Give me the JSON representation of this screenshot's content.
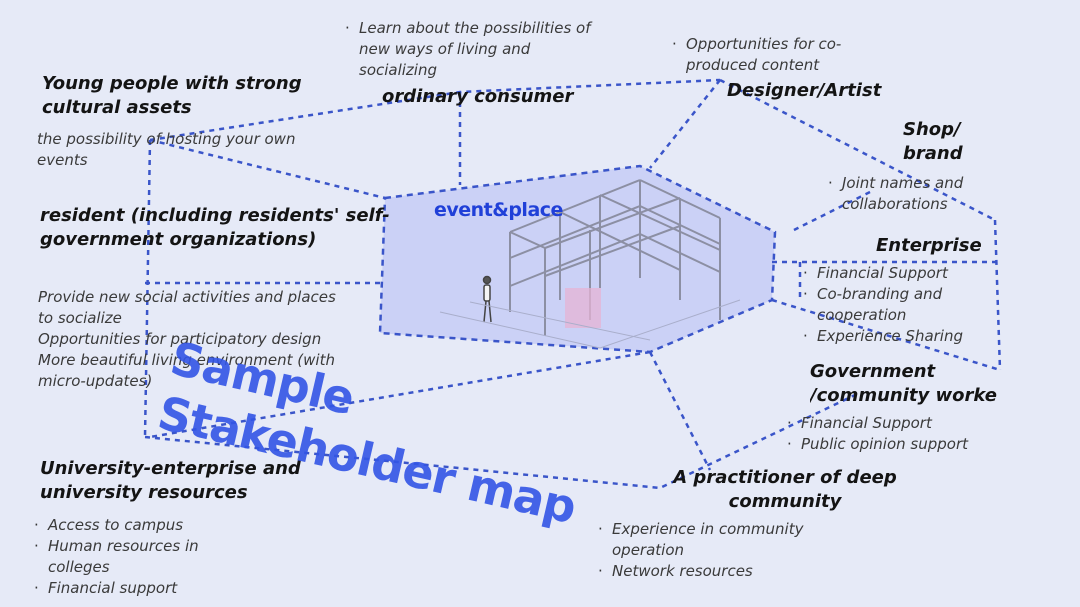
{
  "center": {
    "label": "event&place"
  },
  "watermark": {
    "line1": "Sample",
    "line2": "Stakeholder map"
  },
  "stakeholders": {
    "young_people": {
      "title": "Young people with strong cultural assets",
      "desc": "the possibility of hosting your own events"
    },
    "ordinary_consumer": {
      "title": "ordinary consumer",
      "bullets": [
        "Learn about the possibilities of new ways of living and socializing"
      ]
    },
    "designer_artist": {
      "title": "Designer/Artist",
      "bullets": [
        "Opportunities for co-produced content"
      ]
    },
    "shop_brand": {
      "title": "Shop/ brand",
      "bullets": [
        "Joint names and collaborations"
      ]
    },
    "enterprise": {
      "title": "Enterprise",
      "bullets": [
        "Financial Support",
        "Co-branding and cooperation",
        "Experience Sharing"
      ]
    },
    "government": {
      "title": "Government /community worke",
      "bullets": [
        "Financial Support",
        "Public opinion support"
      ]
    },
    "practitioner": {
      "title": "A practitioner of deep community",
      "bullets": [
        "Experience in community operation",
        "Network resources"
      ]
    },
    "university": {
      "title": "University-enterprise and university resources",
      "bullets": [
        "Access to campus",
        "Human resources in colleges",
        "Financial support"
      ]
    },
    "resident": {
      "title": "resident (including residents' self-government organizations)",
      "desc": [
        "Provide new social activities and places to socialize",
        "Opportunities for participatory design",
        "More beautiful living environment (with micro-updates)"
      ]
    }
  },
  "colors": {
    "background": "#e6eaf7",
    "accent": "#2f4fd6",
    "dashed_line": "#3a55c9",
    "center_fill": "#c9cff5"
  }
}
